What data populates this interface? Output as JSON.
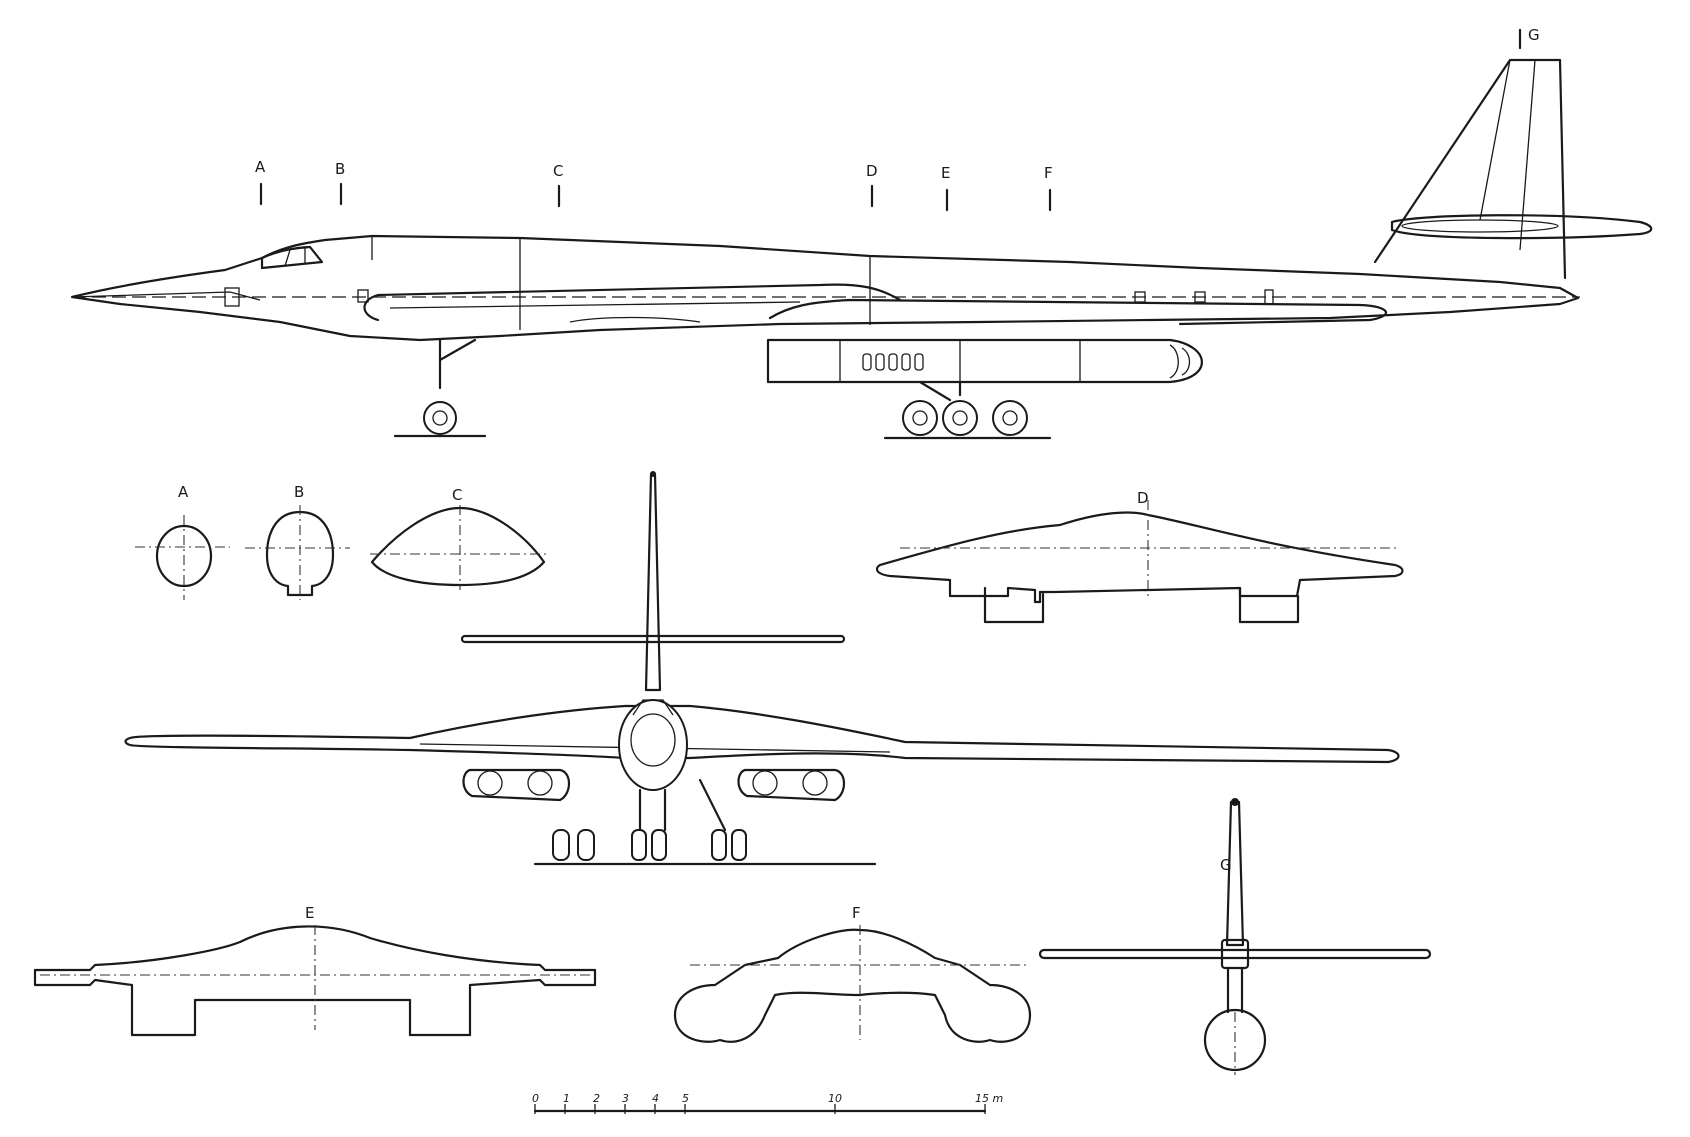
{
  "section_labels": {
    "a": "A",
    "b": "B",
    "c": "C",
    "d": "D",
    "e": "E",
    "f": "F",
    "g": "G"
  },
  "scale_bar": {
    "ticks": [
      "0",
      "1",
      "2",
      "3",
      "4",
      "5",
      "10",
      "15 m"
    ]
  }
}
